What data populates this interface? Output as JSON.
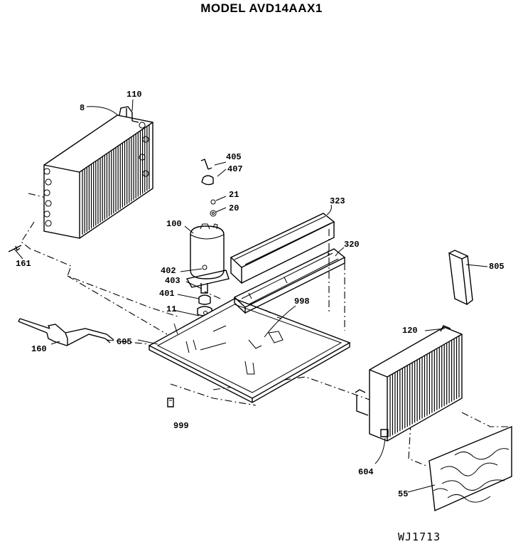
{
  "title": "MODEL AVD14AAX1",
  "drawing_code": "WJ1713",
  "callouts": {
    "p8": "8",
    "p110": "110",
    "p161": "161",
    "p160": "160",
    "p405": "405",
    "p407": "407",
    "p21": "21",
    "p20": "20",
    "p100": "100",
    "p402": "402",
    "p403": "403",
    "p401": "401",
    "p11": "11",
    "p605": "605",
    "p999": "999",
    "p323": "323",
    "p320": "320",
    "p998": "998",
    "p805": "805",
    "p120": "120",
    "p604": "604",
    "p55": "55"
  }
}
